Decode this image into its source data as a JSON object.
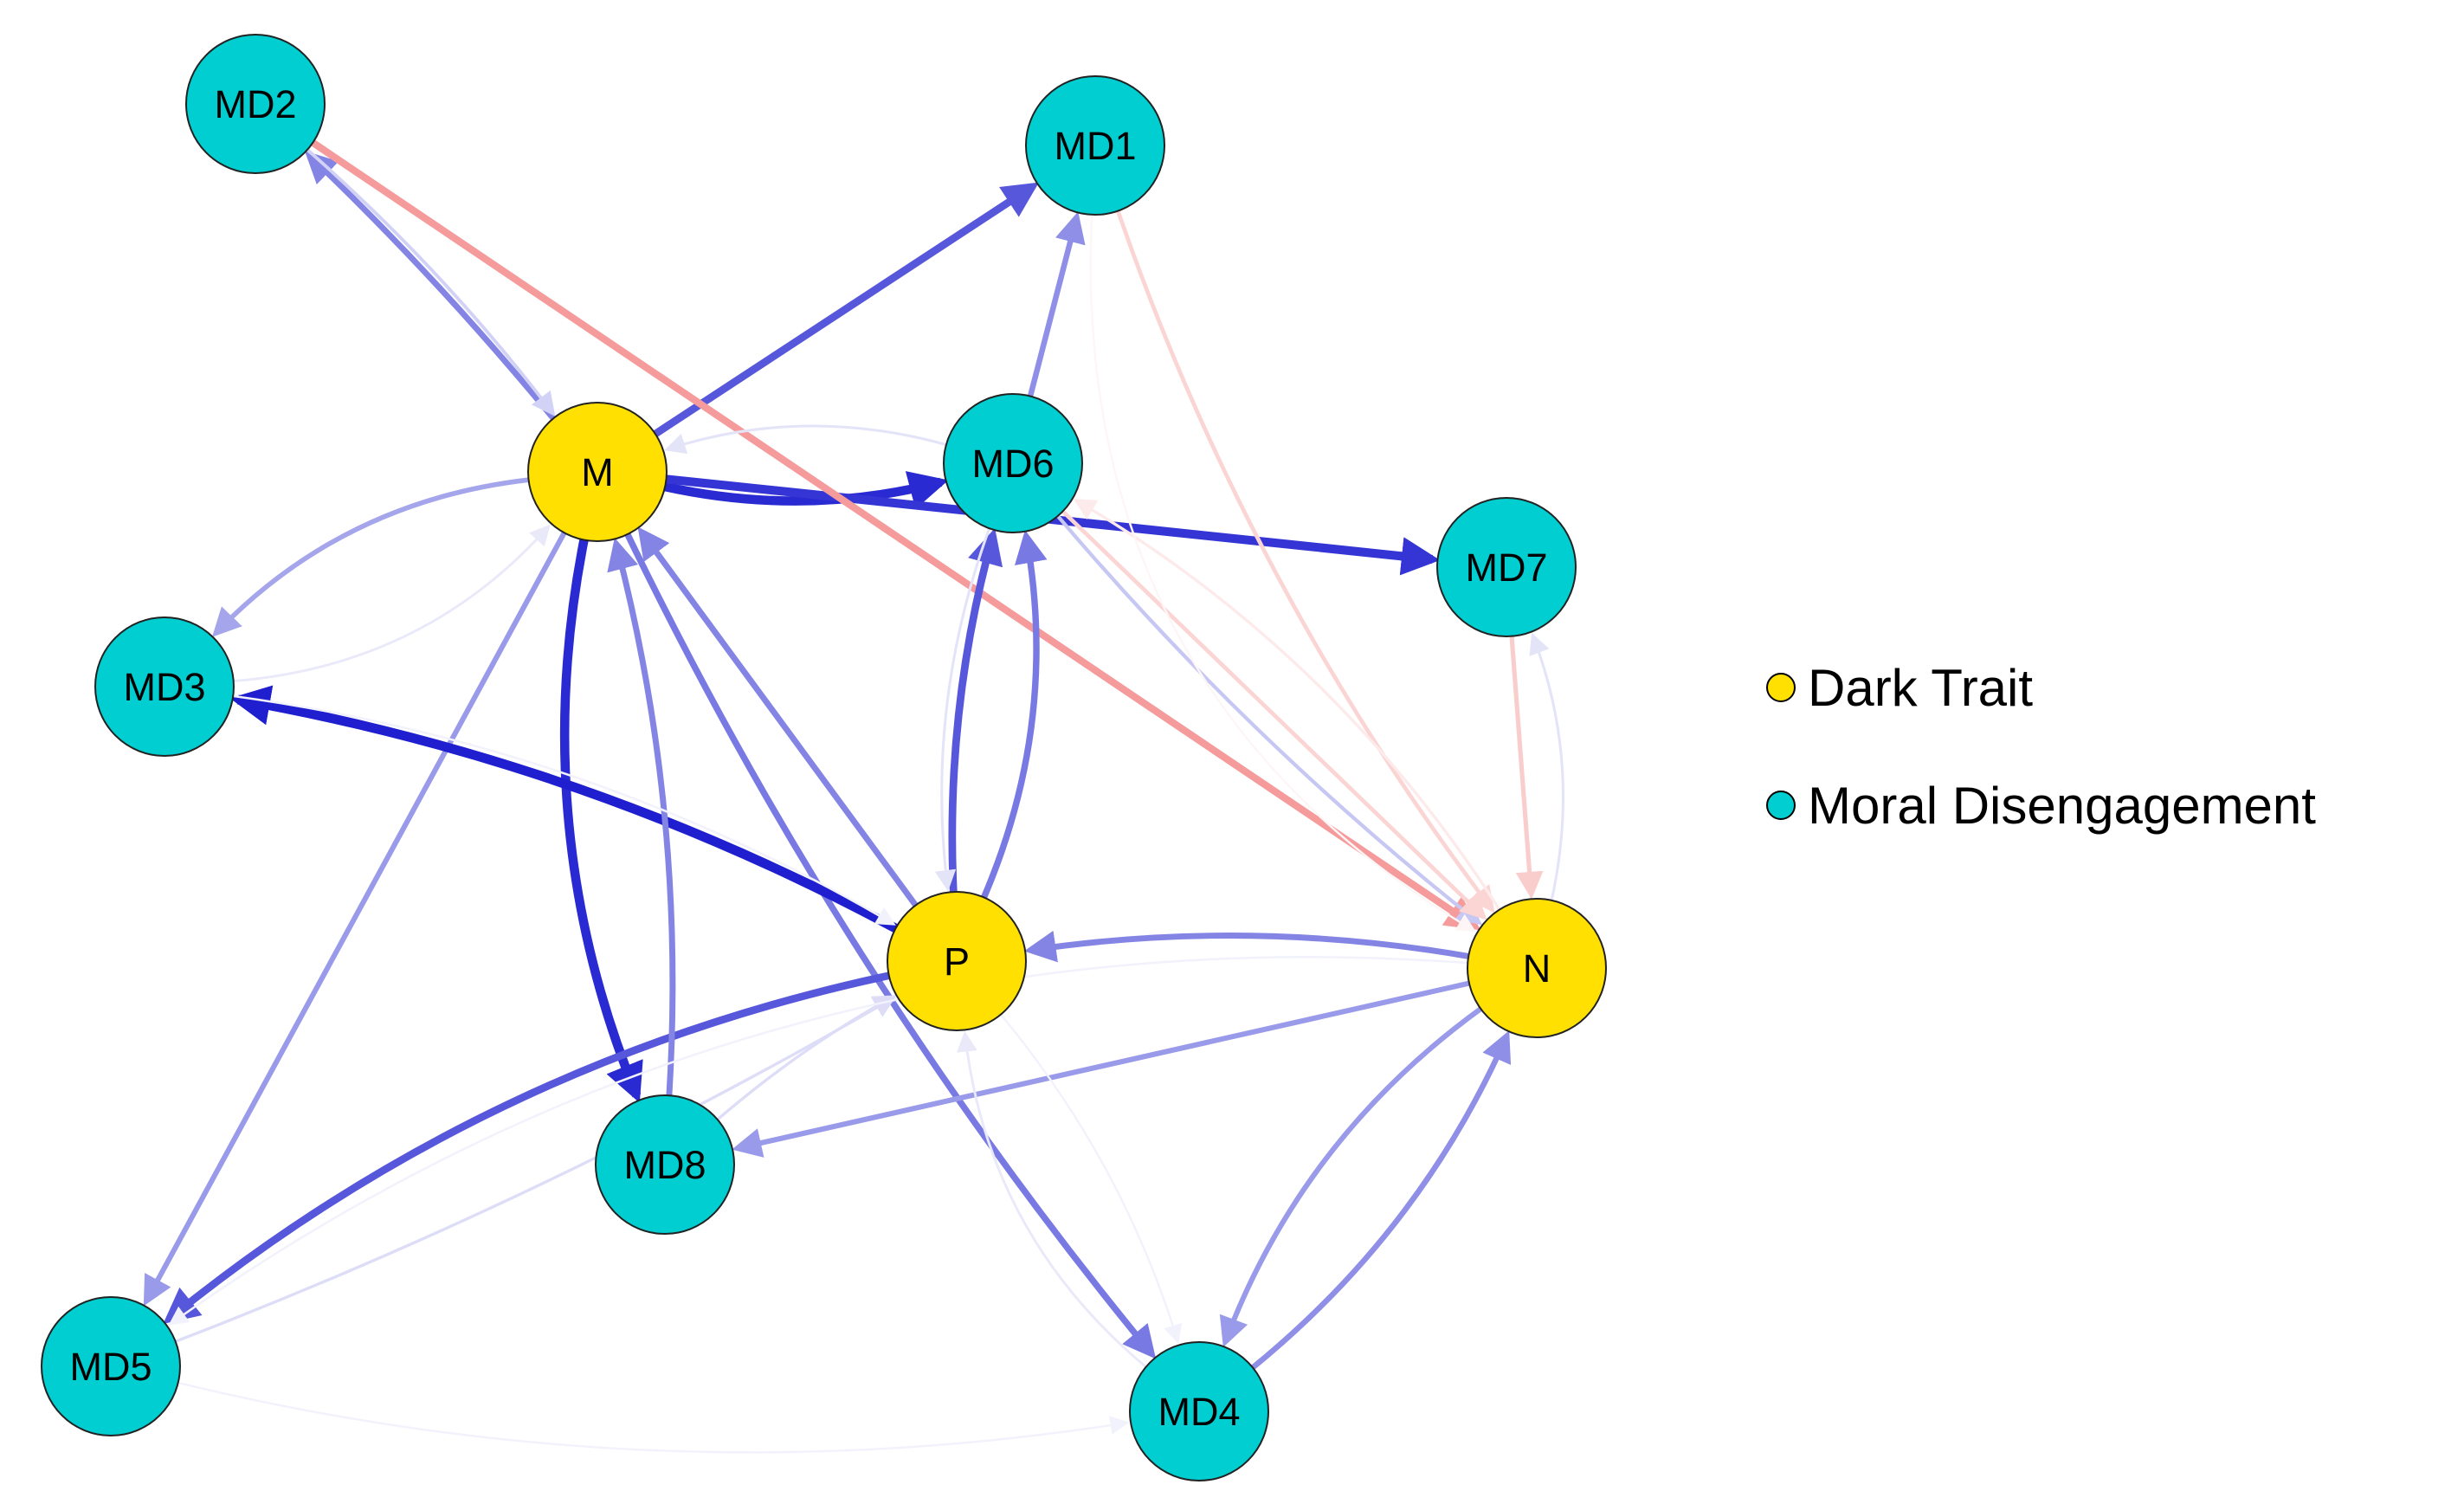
{
  "colors": {
    "dark_trait": "#FFE000",
    "moral_disengagement": "#00CED1",
    "positive_edge": "#1F1FD0",
    "negative_edge": "#F07070"
  },
  "legend": [
    {
      "key": "dark_trait",
      "label": "Dark Trait"
    },
    {
      "key": "moral_disengagement",
      "label": "Moral Disengagement"
    }
  ],
  "nodes": [
    {
      "id": "MD2",
      "label": "MD2",
      "group": "moral_disengagement"
    },
    {
      "id": "MD1",
      "label": "MD1",
      "group": "moral_disengagement"
    },
    {
      "id": "M",
      "label": "M",
      "group": "dark_trait"
    },
    {
      "id": "MD6",
      "label": "MD6",
      "group": "moral_disengagement"
    },
    {
      "id": "MD7",
      "label": "MD7",
      "group": "moral_disengagement"
    },
    {
      "id": "MD3",
      "label": "MD3",
      "group": "moral_disengagement"
    },
    {
      "id": "P",
      "label": "P",
      "group": "dark_trait"
    },
    {
      "id": "N",
      "label": "N",
      "group": "dark_trait"
    },
    {
      "id": "MD8",
      "label": "MD8",
      "group": "moral_disengagement"
    },
    {
      "id": "MD5",
      "label": "MD5",
      "group": "moral_disengagement"
    },
    {
      "id": "MD4",
      "label": "MD4",
      "group": "moral_disengagement"
    }
  ],
  "edges": [
    {
      "from": "M",
      "to": "MD2",
      "sign": "positive",
      "strength": 0.55
    },
    {
      "from": "M",
      "to": "MD1",
      "sign": "positive",
      "strength": 0.75
    },
    {
      "from": "M",
      "to": "MD6",
      "sign": "positive",
      "strength": 0.95
    },
    {
      "from": "M",
      "to": "MD7",
      "sign": "positive",
      "strength": 0.9
    },
    {
      "from": "M",
      "to": "MD3",
      "sign": "positive",
      "strength": 0.4
    },
    {
      "from": "M",
      "to": "MD8",
      "sign": "positive",
      "strength": 0.95
    },
    {
      "from": "M",
      "to": "MD4",
      "sign": "positive",
      "strength": 0.6
    },
    {
      "from": "M",
      "to": "MD5",
      "sign": "positive",
      "strength": 0.45
    },
    {
      "from": "MD2",
      "to": "N",
      "sign": "negative",
      "strength": 0.7
    },
    {
      "from": "MD1",
      "to": "N",
      "sign": "negative",
      "strength": 0.3
    },
    {
      "from": "MD6",
      "to": "MD1",
      "sign": "positive",
      "strength": 0.5
    },
    {
      "from": "P",
      "to": "MD3",
      "sign": "positive",
      "strength": 1.0
    },
    {
      "from": "P",
      "to": "MD6",
      "sign": "positive",
      "strength": 0.75
    },
    {
      "from": "P",
      "to": "MD6",
      "sign": "positive",
      "strength": 0.6
    },
    {
      "from": "P",
      "to": "M",
      "sign": "positive",
      "strength": 0.55
    },
    {
      "from": "P",
      "to": "MD5",
      "sign": "positive",
      "strength": 0.75
    },
    {
      "from": "MD8",
      "to": "M",
      "sign": "positive",
      "strength": 0.55
    },
    {
      "from": "N",
      "to": "MD8",
      "sign": "positive",
      "strength": 0.45
    },
    {
      "from": "N",
      "to": "MD4",
      "sign": "positive",
      "strength": 0.45
    },
    {
      "from": "MD4",
      "to": "N",
      "sign": "positive",
      "strength": 0.5
    },
    {
      "from": "N",
      "to": "P",
      "sign": "positive",
      "strength": 0.55
    },
    {
      "from": "MD6",
      "to": "N",
      "sign": "positive",
      "strength": 0.25
    },
    {
      "from": "MD7",
      "to": "N",
      "sign": "negative",
      "strength": 0.35
    },
    {
      "from": "MD6",
      "to": "N",
      "sign": "negative",
      "strength": 0.3
    },
    {
      "from": "N",
      "to": "MD6",
      "sign": "negative",
      "strength": 0.15
    },
    {
      "from": "N",
      "to": "MD7",
      "sign": "positive",
      "strength": 0.12
    },
    {
      "from": "MD6",
      "to": "M",
      "sign": "positive",
      "strength": 0.12
    },
    {
      "from": "MD3",
      "to": "M",
      "sign": "positive",
      "strength": 0.1
    },
    {
      "from": "MD2",
      "to": "M",
      "sign": "positive",
      "strength": 0.2
    },
    {
      "from": "MD6",
      "to": "P",
      "sign": "positive",
      "strength": 0.12
    },
    {
      "from": "MD8",
      "to": "P",
      "sign": "positive",
      "strength": 0.15
    },
    {
      "from": "MD5",
      "to": "P",
      "sign": "positive",
      "strength": 0.15
    },
    {
      "from": "MD4",
      "to": "P",
      "sign": "positive",
      "strength": 0.1
    },
    {
      "from": "MD3",
      "to": "P",
      "sign": "positive",
      "strength": 0.06
    },
    {
      "from": "N",
      "to": "MD5",
      "sign": "positive",
      "strength": 0.06
    },
    {
      "from": "MD5",
      "to": "MD4",
      "sign": "positive",
      "strength": 0.05
    },
    {
      "from": "P",
      "to": "MD4",
      "sign": "positive",
      "strength": 0.05
    },
    {
      "from": "MD1",
      "to": "N",
      "sign": "negative",
      "strength": 0.05
    }
  ]
}
